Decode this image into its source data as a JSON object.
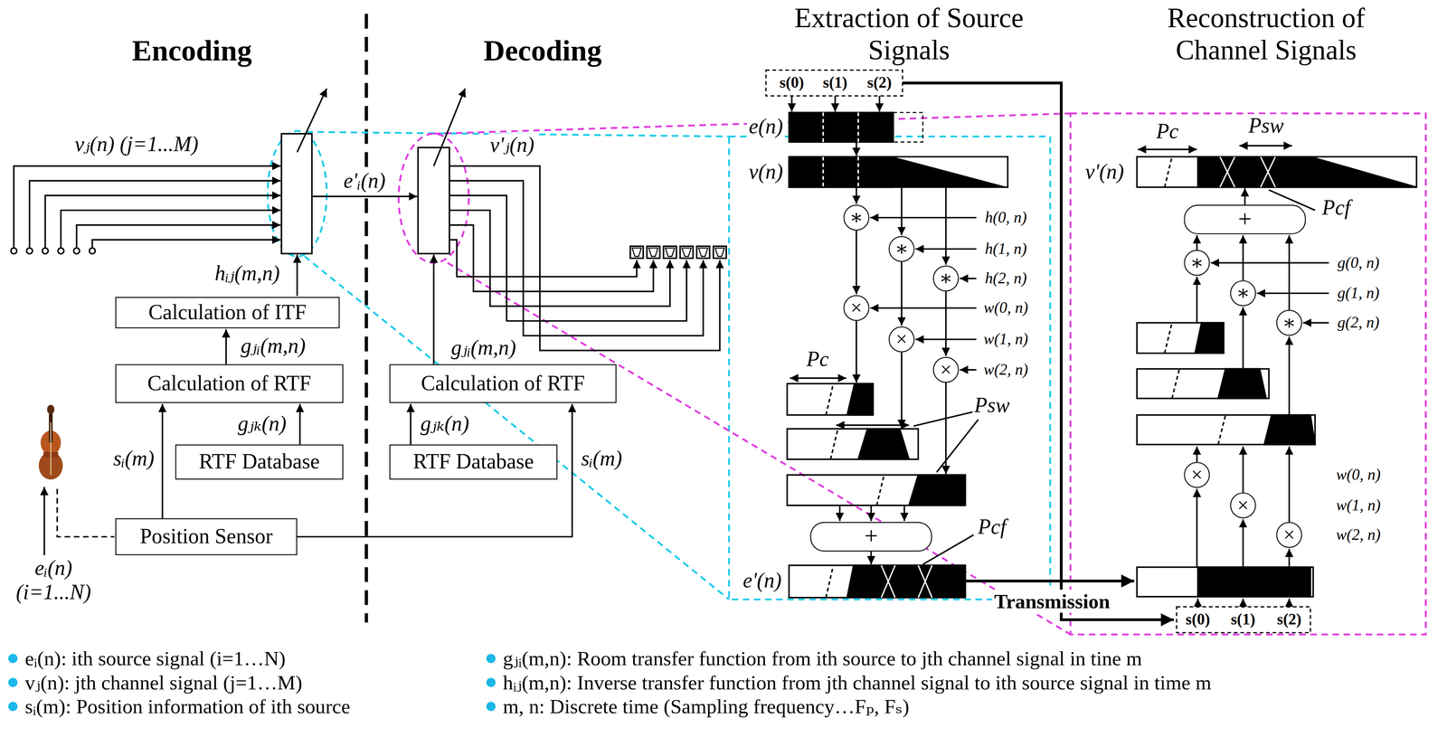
{
  "diagram": {
    "nodes": [
      {
        "text": [
          "Calculation of ITF"
        ]
      },
      {
        "text": [
          "Calculation of RTF"
        ]
      },
      {
        "text": [
          "RTF Database"
        ]
      },
      {
        "text": [
          "Position Sensor"
        ]
      },
      {
        "text": [
          "Calculation of RTF"
        ]
      },
      {
        "text": [
          "RTF Database"
        ]
      },
      {
        "text": [
          "∗"
        ]
      },
      {
        "text": [
          "∗"
        ]
      },
      {
        "text": [
          "∗"
        ]
      },
      {
        "text": [
          "×"
        ]
      },
      {
        "text": [
          "×"
        ]
      },
      {
        "text": [
          "×"
        ]
      },
      {
        "text": [
          "+"
        ]
      },
      {
        "text": [
          "+"
        ]
      },
      {
        "text": [
          "∗"
        ]
      },
      {
        "text": [
          "∗"
        ]
      },
      {
        "text": [
          "∗"
        ]
      },
      {
        "text": [
          "×"
        ]
      },
      {
        "text": [
          "×"
        ]
      },
      {
        "text": [
          "×"
        ]
      }
    ],
    "edges": [
      {
        "from": 1,
        "to": 0,
        "arrow": "to",
        "label": "gⱼᵢ(m,n)"
      },
      {
        "from": 2,
        "to": 1,
        "arrow": "to",
        "label": "gⱼₖ(n)"
      },
      {
        "from": 3,
        "to": 1,
        "arrow": "to",
        "label": "sᵢ(m)"
      },
      {
        "from": 5,
        "to": 4,
        "arrow": "to",
        "label": "gⱼₖ(n)"
      },
      {
        "from": 3,
        "to": 4,
        "arrow": "to",
        "label": "sᵢ(m)"
      },
      {
        "from": 6,
        "to": 9,
        "arrow": "to"
      },
      {
        "from": 7,
        "to": 10,
        "arrow": "to"
      },
      {
        "from": 8,
        "to": 11,
        "arrow": "to"
      },
      {
        "from": 14,
        "to": 13,
        "arrow": "to"
      },
      {
        "from": 15,
        "to": 13,
        "arrow": "to"
      },
      {
        "from": 16,
        "to": 13,
        "arrow": "to"
      }
    ],
    "labels": [
      "Encoding",
      "Decoding",
      "Extraction of Source Signals",
      "Reconstruction of Channel Signals",
      "vⱼ(n) (j=1...M)",
      "e'ᵢ(n)",
      "hᵢⱼ(m,n)",
      "v'ⱼ(n)",
      "gⱼᵢ(m,n)",
      "eᵢ(n) (i=1...N)",
      "s(0)",
      "s(1)",
      "s(2)",
      "e(n)",
      "v(n)",
      "h(0, n)",
      "h(1, n)",
      "h(2, n)",
      "w(0, n)",
      "w(1, n)",
      "w(2, n)",
      "Pc",
      "Psw",
      "Pcf",
      "e'(n)",
      "Transmission",
      "Pc",
      "Psw",
      "v'(n)",
      "Pcf",
      "g(0, n)",
      "g(1, n)",
      "g(2, n)",
      "w(0, n)",
      "w(1, n)",
      "w(2, n)",
      "s(0)",
      "s(1)",
      "s(2)",
      "eᵢ(n): ith source signal (i=1…N)",
      "vⱼ(n): jth channel signal (j=1…M)",
      "sᵢ(m): Position information of ith source",
      "gⱼᵢ(m,n): Room transfer function from ith source to jth channel signal in tine m",
      "hᵢⱼ(m,n): Inverse transfer function from jth channel signal to ith source signal in time m",
      "m, n: Discrete time (Sampling frequency…Fₚ, Fₛ)"
    ]
  }
}
